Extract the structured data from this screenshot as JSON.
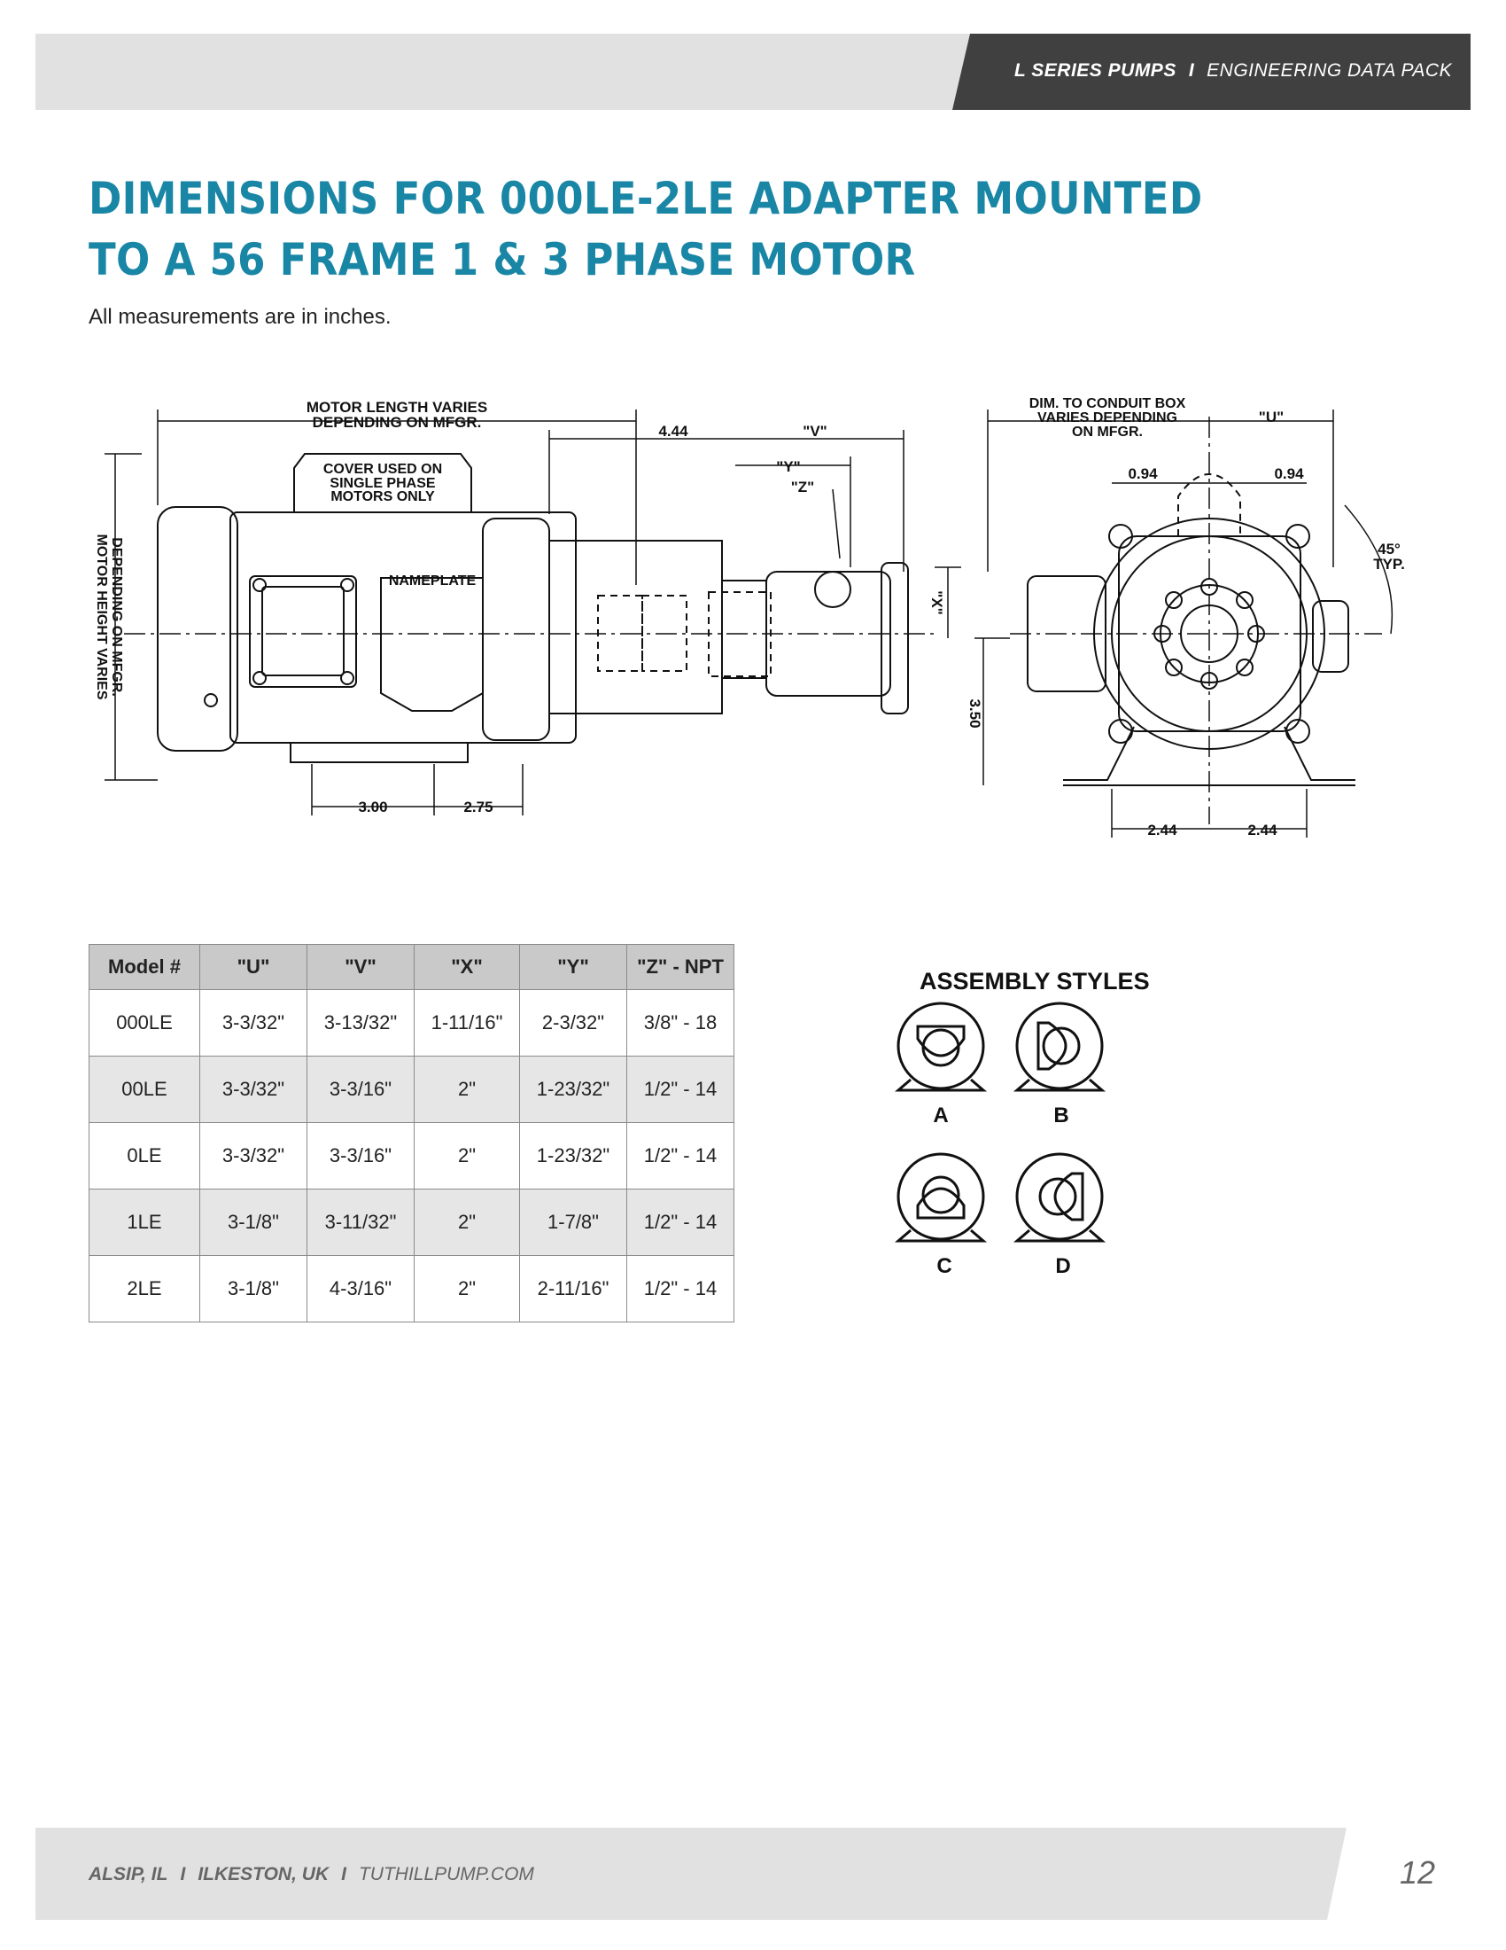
{
  "header": {
    "series": "L SERIES PUMPS",
    "separator": "I",
    "section": "ENGINEERING DATA PACK"
  },
  "page": {
    "title_line1": "DIMENSIONS FOR 000LE-2LE ADAPTER MOUNTED",
    "title_line2": "TO A 56 FRAME 1 & 3 PHASE MOTOR",
    "subtitle": "All measurements are in inches."
  },
  "drawing": {
    "motor_length_1": "MOTOR LENGTH VARIES",
    "motor_length_2": "DEPENDING ON MFGR.",
    "cover_1": "COVER USED ON",
    "cover_2": "SINGLE PHASE",
    "cover_3": "MOTORS ONLY",
    "nameplate": "NAMEPLATE",
    "motor_height_1": "MOTOR HEIGHT VARIES",
    "motor_height_2": "DEPENDING ON MFGR.",
    "dim_444": "4.44",
    "dim_v": "\"V\"",
    "dim_y": "\"Y\"",
    "dim_z": "\"Z\"",
    "dim_x": "\"X\"",
    "dim_300": "3.00",
    "dim_275": "2.75",
    "conduit_1": "DIM. TO CONDUIT BOX",
    "conduit_2": "VARIES DEPENDING",
    "conduit_3": "ON MFGR.",
    "dim_u": "\"U\"",
    "dim_094_left": "0.94",
    "dim_094_right": "0.94",
    "angle_1": "45°",
    "angle_2": "TYP.",
    "dim_350": "3.50",
    "dim_244_left": "2.44",
    "dim_244_right": "2.44"
  },
  "table": {
    "headers": [
      "Model #",
      "\"U\"",
      "\"V\"",
      "\"X\"",
      "\"Y\"",
      "\"Z\" - NPT"
    ],
    "rows": [
      [
        "000LE",
        "3-3/32\"",
        "3-13/32\"",
        "1-11/16\"",
        "2-3/32\"",
        "3/8\" - 18"
      ],
      [
        "00LE",
        "3-3/32\"",
        "3-3/16\"",
        "2\"",
        "1-23/32\"",
        "1/2\" - 14"
      ],
      [
        "0LE",
        "3-3/32\"",
        "3-3/16\"",
        "2\"",
        "1-23/32\"",
        "1/2\" - 14"
      ],
      [
        "1LE",
        "3-1/8\"",
        "3-11/32\"",
        "2\"",
        "1-7/8\"",
        "1/2\" - 14"
      ],
      [
        "2LE",
        "3-1/8\"",
        "4-3/16\"",
        "2\"",
        "2-11/16\"",
        "1/2\" - 14"
      ]
    ]
  },
  "assembly": {
    "title": "ASSEMBLY STYLES",
    "labels": [
      "A",
      "B",
      "C",
      "D"
    ]
  },
  "footer": {
    "loc1": "ALSIP, IL",
    "loc2": "ILKESTON, UK",
    "url": "TUTHILLPUMP.COM",
    "separator": "I",
    "page_number": "12"
  },
  "colors": {
    "title": "#1a86a5",
    "header_dark": "#404040",
    "band_light": "#e1e1e1",
    "table_header": "#c9c9c9",
    "table_alt_row": "#e6e6e6"
  }
}
